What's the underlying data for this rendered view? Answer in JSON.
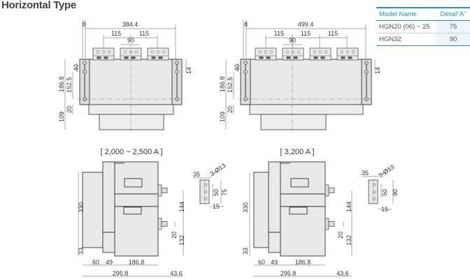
{
  "title": "Horizontal Type",
  "table": {
    "headers": [
      "Model Name",
      "Detail“A”"
    ],
    "rows": [
      {
        "model": "HGN20 (06) ~ 25",
        "detail": "75"
      },
      {
        "model": "HGN32",
        "detail": "90"
      }
    ]
  },
  "front_views": [
    {
      "name": "3-terminal",
      "dims": {
        "flange": "8",
        "overall_width": "384.4",
        "pitch_left": "115",
        "pitch_right": "115",
        "center_pitch": "90",
        "h_40": "40",
        "h_14": "14",
        "h_186_8": "186.8",
        "h_152_5": "152.5",
        "h_20": "20",
        "h_109": "109"
      }
    },
    {
      "name": "4-terminal",
      "dims": {
        "flange": "8",
        "overall_width": "499.4",
        "pitch_1": "115",
        "pitch_2": "115",
        "pitch_3": "115",
        "center_pitch": "90",
        "h_40": "40",
        "h_14": "14",
        "h_186_8": "186.8",
        "h_152_5": "152.5",
        "h_20": "20",
        "h_109": "109"
      }
    }
  ],
  "side_views": [
    {
      "caption": "[ 2,000 ~ 2,500 A ]",
      "dims": {
        "h_330": "330",
        "h_33": "33",
        "h_144": "144",
        "h_20": "20",
        "h_132": "132",
        "w_60": "60",
        "w_49": "49",
        "w_186_8": "186.8",
        "w_295_8": "295.8",
        "w_43_6": "43.6"
      },
      "detail": {
        "d_35": "35",
        "holes": "3-Ø13",
        "d_50": "50",
        "d_A": "75",
        "d_15": "15"
      }
    },
    {
      "caption": "[ 3,200 A ]",
      "dims": {
        "h_330": "330",
        "h_33": "33",
        "h_144": "144",
        "h_20": "20",
        "h_132": "132",
        "w_60": "60",
        "w_49": "49",
        "w_186_8": "186.8",
        "w_295_8": "295.8",
        "w_43_6": "43.6"
      },
      "detail": {
        "d_35": "35",
        "holes": "3-Ø13",
        "d_50": "50",
        "d_A": "90",
        "d_15": "15"
      }
    }
  ]
}
